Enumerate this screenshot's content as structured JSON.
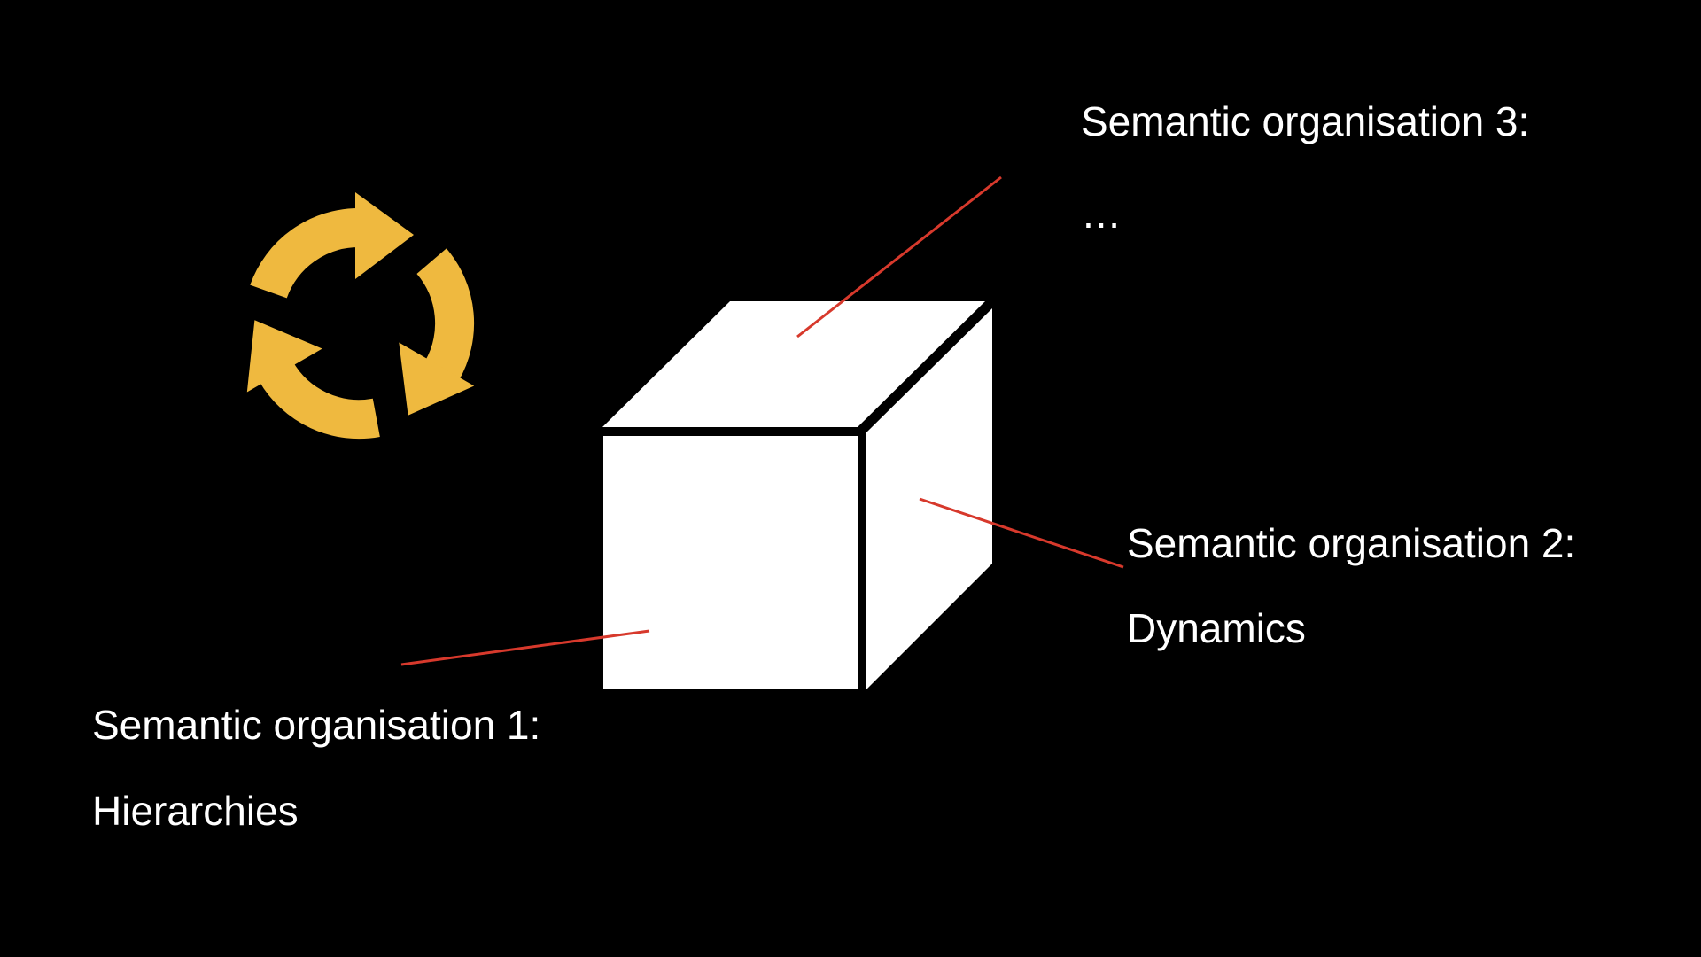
{
  "colors": {
    "background": "#000000",
    "cube": "#ffffff",
    "connector": "#d7392c",
    "cycle_icon": "#efb93f",
    "text": "#ffffff"
  },
  "icons": [
    "cycle-arrows-icon",
    "cube-icon"
  ],
  "labels": {
    "organisation_3": {
      "title": "Semantic organisation 3:",
      "detail": "…"
    },
    "organisation_2": {
      "title": "Semantic organisation 2:",
      "detail": "Dynamics"
    },
    "organisation_1": {
      "title": "Semantic organisation 1:",
      "detail": "Hierarchies"
    }
  }
}
